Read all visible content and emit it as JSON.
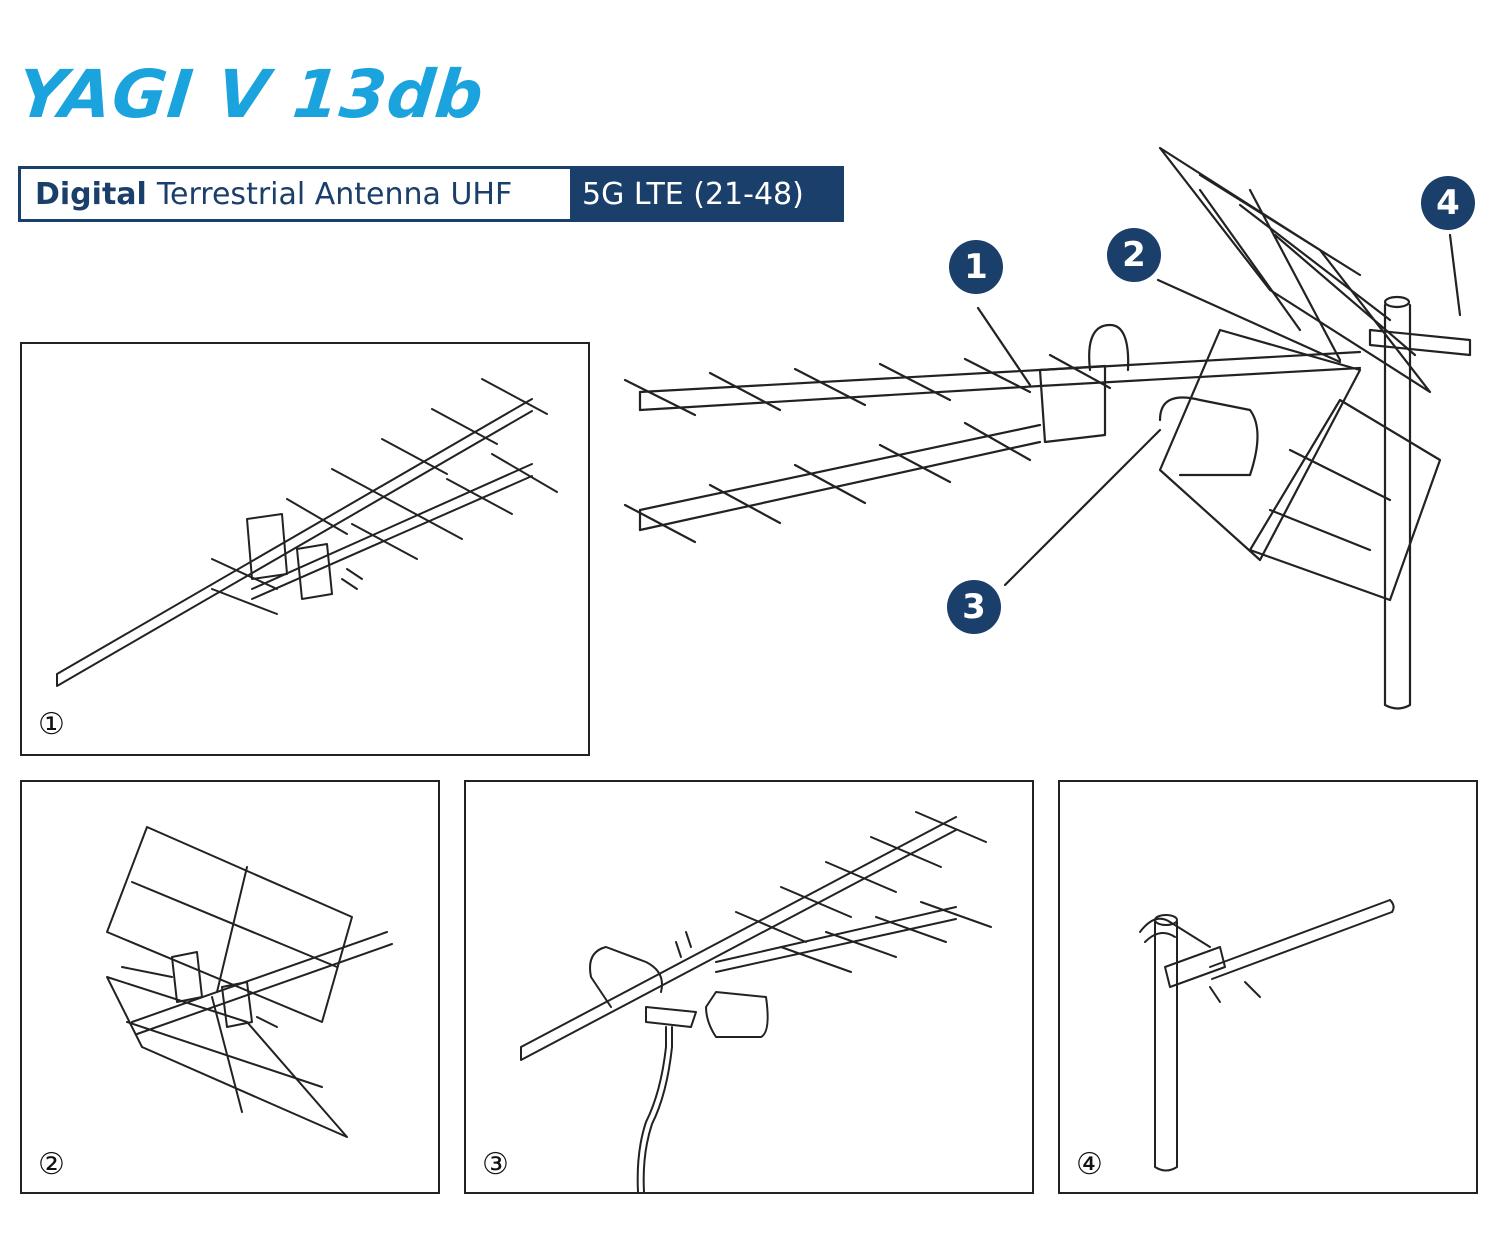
{
  "title": "YAGI V 13db",
  "banner": {
    "bold": "Digital",
    "regular": "Terrestrial Antenna UHF",
    "highlight": "5G LTE (21-48)"
  },
  "callouts": [
    "1",
    "2",
    "3",
    "4"
  ],
  "panels": [
    {
      "id": "step-1",
      "label": "①"
    },
    {
      "id": "step-2",
      "label": "②"
    },
    {
      "id": "step-3",
      "label": "③"
    },
    {
      "id": "step-4",
      "label": "④"
    }
  ],
  "colors": {
    "title": "#1ba3dd",
    "brand_navy": "#1b3f6b",
    "line": "#222222"
  }
}
